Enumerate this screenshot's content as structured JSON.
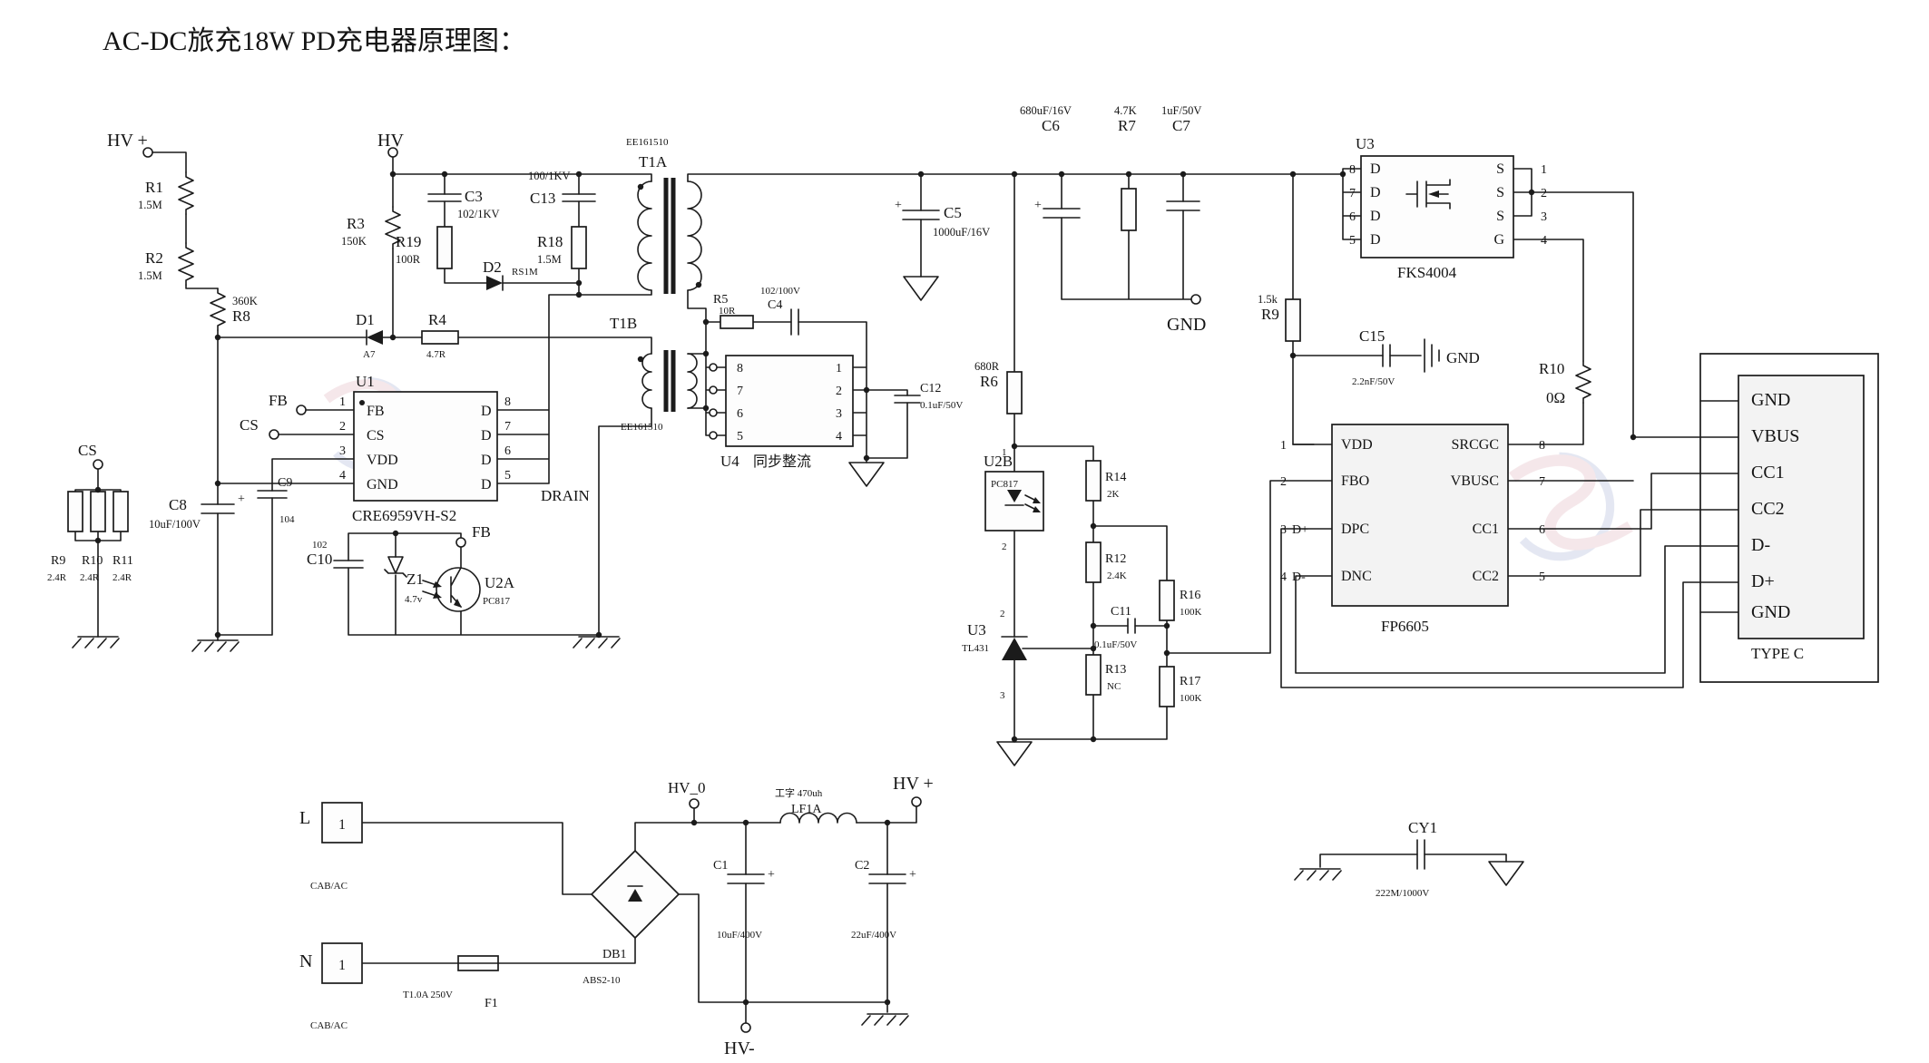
{
  "title": "AC-DC旅充18W PD充电器原理图：",
  "sym": {
    "plus": "+"
  },
  "nets": {
    "hv_plus_top": "HV +",
    "hv": "HV",
    "drain": "DRAIN",
    "gnd_out": "GND",
    "gnd_c15": "GND",
    "cs_term": "CS",
    "fb_u1": "FB",
    "cs_u1": "CS",
    "fb_opto": "FB",
    "hv_0": "HV_0",
    "hv_plus_bot": "HV +",
    "hv_minus": "HV-"
  },
  "c": {
    "R1": {
      "r": "R1",
      "v": "1.5M"
    },
    "R2": {
      "r": "R2",
      "v": "1.5M"
    },
    "R8": {
      "r": "R8",
      "v": "360K"
    },
    "R3": {
      "r": "R3",
      "v": "150K"
    },
    "C3": {
      "r": "C3",
      "v": "102/1KV"
    },
    "R19": {
      "r": "R19",
      "v": "100R"
    },
    "D2": {
      "r": "D2",
      "v": "RS1M"
    },
    "C13": {
      "r": "C13",
      "v": "100/1KV"
    },
    "R18": {
      "r": "R18",
      "v": "1.5M"
    },
    "D1": {
      "r": "D1",
      "v": "A7"
    },
    "R4": {
      "r": "R4",
      "v": "4.7R"
    },
    "C8": {
      "r": "C8",
      "v": "10uF/100V"
    },
    "C9": {
      "r": "C9",
      "v": "104"
    },
    "C10": {
      "r": "C10",
      "v": "102"
    },
    "Z1": {
      "r": "Z1",
      "v": "4.7v"
    },
    "R9s": {
      "r": "R9",
      "v": "2.4R"
    },
    "R10s": {
      "r": "R10",
      "v": "2.4R"
    },
    "R11s": {
      "r": "R11",
      "v": "2.4R"
    },
    "R5": {
      "r": "R5",
      "v": "10R"
    },
    "C4": {
      "r": "C4",
      "v": "102/100V"
    },
    "C12": {
      "r": "C12",
      "v": "0.1uF/50V"
    },
    "C5": {
      "r": "C5",
      "v": "1000uF/16V"
    },
    "C6": {
      "r": "C6",
      "v": "680uF/16V"
    },
    "R7": {
      "r": "R7",
      "v": "4.7K"
    },
    "C7": {
      "r": "C7",
      "v": "1uF/50V"
    },
    "R9b": {
      "r": "R9",
      "v": "1.5k"
    },
    "C15": {
      "r": "C15",
      "v": "2.2nF/50V"
    },
    "R10b": {
      "r": "R10",
      "v": "0Ω"
    },
    "R6": {
      "r": "R6",
      "v": "680R"
    },
    "R14": {
      "r": "R14",
      "v": "2K"
    },
    "R12": {
      "r": "R12",
      "v": "2.4K"
    },
    "C11": {
      "r": "C11",
      "v": "0.1uF/50V"
    },
    "R16": {
      "r": "R16",
      "v": "100K"
    },
    "R13": {
      "r": "R13",
      "v": "NC"
    },
    "R17": {
      "r": "R17",
      "v": "100K"
    },
    "C1": {
      "r": "C1",
      "v": "10uF/400V"
    },
    "C2": {
      "r": "C2",
      "v": "22uF/400V"
    },
    "F1": {
      "r": "F1",
      "v": "T1.0A 250V"
    },
    "DB1": {
      "r": "DB1",
      "v": "ABS2-10"
    },
    "LF1A": {
      "r": "LF1A",
      "v": "工字 470uh"
    },
    "CY1": {
      "r": "CY1",
      "v": "222M/1000V"
    },
    "T1A": {
      "r": "T1A",
      "v": "EE161510"
    },
    "T1B": {
      "r": "T1B",
      "v": "EE161510"
    }
  },
  "ics": {
    "U1": {
      "r": "U1",
      "part": "CRE6959VH-S2",
      "lp": [
        "FB",
        "CS",
        "VDD",
        "GND"
      ],
      "ln": [
        "1",
        "2",
        "3",
        "4"
      ],
      "rp": [
        "D",
        "D",
        "D",
        "D"
      ],
      "rn": [
        "8",
        "7",
        "6",
        "5"
      ]
    },
    "U4": {
      "r": "U4",
      "func": "同步整流",
      "ln": [
        "8",
        "7",
        "6",
        "5"
      ],
      "rn": [
        "1",
        "2",
        "3",
        "4"
      ]
    },
    "U2A": {
      "r": "U2A",
      "part": "PC817"
    },
    "U2B": {
      "r": "U2B",
      "part": "PC817",
      "p1": "1",
      "p2": "2"
    },
    "U3F": {
      "r": "U3",
      "part": "FKS4004",
      "lp": [
        "D",
        "D",
        "D",
        "D"
      ],
      "ln": [
        "8",
        "7",
        "6",
        "5"
      ],
      "rp": [
        "S",
        "S",
        "S",
        "G"
      ],
      "rn": [
        "1",
        "2",
        "3",
        "4"
      ]
    },
    "U3T": {
      "r": "U3",
      "part": "TL431",
      "p1": "2",
      "p2": "3"
    },
    "FP": {
      "part": "FP6605",
      "lp": [
        "VDD",
        "FBO",
        "DPC",
        "DNC"
      ],
      "ln": [
        "1",
        "2",
        "3",
        "4"
      ],
      "lnet3": "D+",
      "lnet4": "D-",
      "rp": [
        "SRCGC",
        "VBUSC",
        "CC1",
        "CC2"
      ],
      "rn": [
        "8",
        "7",
        "6",
        "5"
      ]
    }
  },
  "conn": {
    "rows": [
      "GND",
      "VBUS",
      "CC1",
      "CC2",
      "D-",
      "D+",
      "GND"
    ],
    "label": "TYPE C"
  },
  "ac": {
    "l": "L",
    "n": "N",
    "pin": "1",
    "cab": "CAB/AC"
  }
}
